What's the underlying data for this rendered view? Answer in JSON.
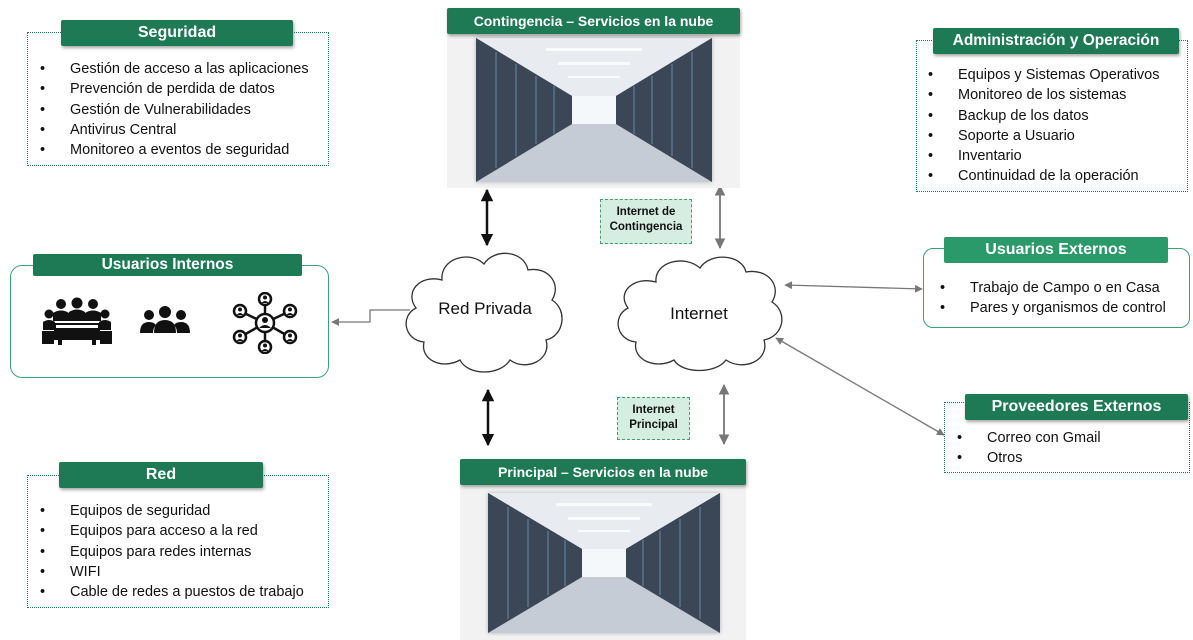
{
  "security": {
    "title": "Seguridad",
    "items": [
      "Gestión de acceso a las aplicaciones",
      "Prevención de perdida de datos",
      "Gestión de Vulnerabilidades",
      "Antivirus Central",
      "Monitoreo a eventos de seguridad"
    ]
  },
  "contingency": {
    "title": "Contingencia –  Servicios en la nube"
  },
  "principal": {
    "title": "Principal –  Servicios en la nube"
  },
  "admin": {
    "title": "Administración y Operación",
    "items": [
      "Equipos y Sistemas Operativos",
      "Monitoreo de los sistemas",
      "Backup de los datos",
      "Soporte a Usuario",
      "Inventario",
      "Continuidad de la operación"
    ]
  },
  "internal_users": {
    "title": "Usuarios Internos"
  },
  "external_users": {
    "title": "Usuarios Externos",
    "items": [
      "Trabajo de Campo o en Casa",
      "Pares y organismos de control"
    ]
  },
  "providers": {
    "title": "Proveedores Externos",
    "items": [
      "Correo con Gmail",
      "Otros"
    ]
  },
  "network": {
    "title": "Red",
    "items": [
      "Equipos de seguridad",
      "Equipos para acceso a la red",
      "Equipos para redes internas",
      "WIFI",
      "Cable de redes a puestos de trabajo"
    ]
  },
  "clouds": {
    "private": "Red Privada",
    "internet": "Internet"
  },
  "links": {
    "contingency_line1": "Internet de",
    "contingency_line2": "Contingencia",
    "principal_line1": "Internet",
    "principal_line2": "Principal"
  },
  "icons": [
    "meeting-people-icon",
    "user-group-icon",
    "network-people-icon",
    "datacenter-image"
  ],
  "colors": {
    "brand_green": "#1e7a55",
    "label_bg": "#d6eee2"
  }
}
